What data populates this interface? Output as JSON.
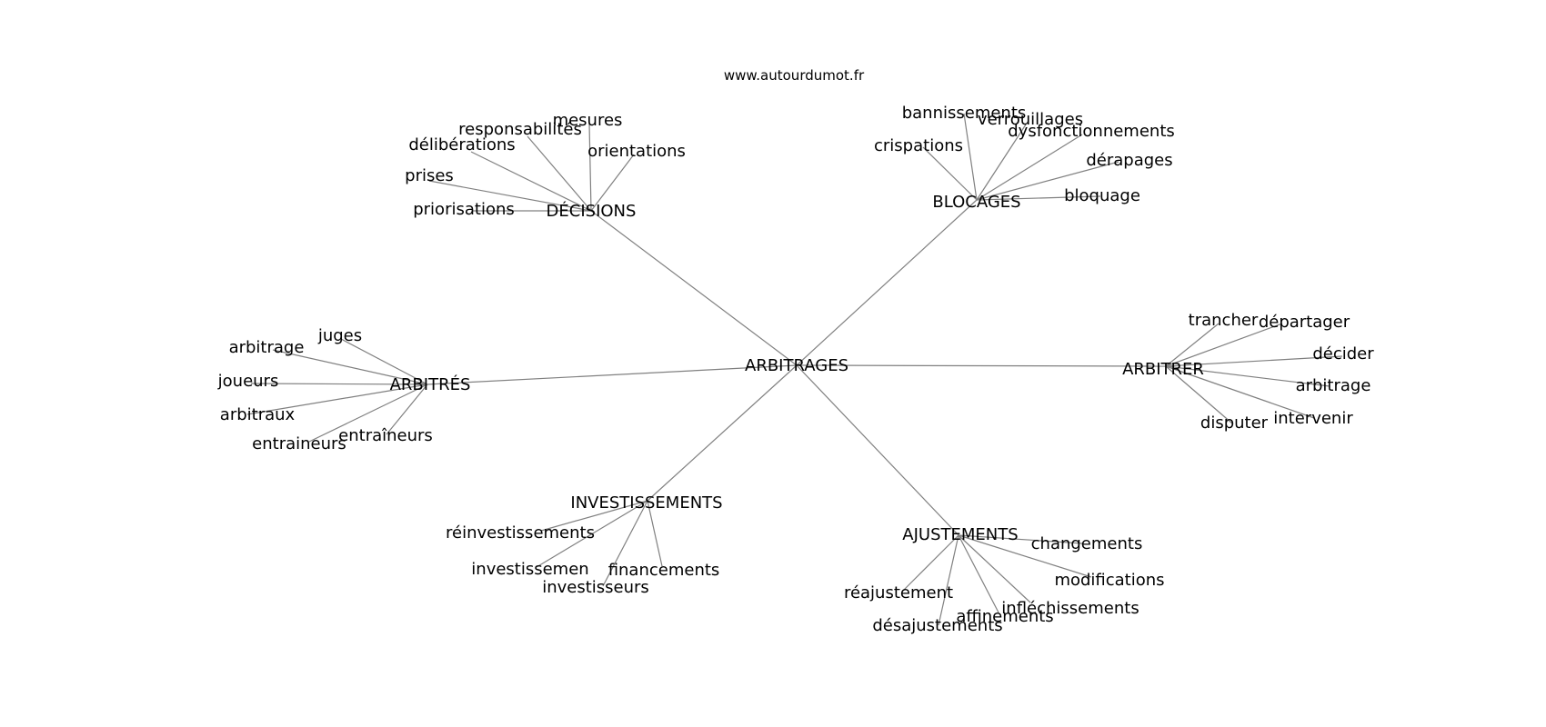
{
  "source": "www.autourdumot.fr",
  "root": "ARBITRAGES",
  "clusters": [
    {
      "hub": "DÉCISIONS",
      "words": [
        "mesures",
        "responsabilités",
        "délibérations",
        "orientations",
        "prises",
        "priorisations"
      ]
    },
    {
      "hub": "BLOCAGES",
      "words": [
        "bannissements",
        "verrouillages",
        "dysfonctionnements",
        "crispations",
        "dérapages",
        "bloquage"
      ]
    },
    {
      "hub": "ARBITRÉS",
      "words": [
        "juges",
        "arbitrage",
        "joueurs",
        "arbitraux",
        "entraîneurs",
        "entraineurs"
      ]
    },
    {
      "hub": "ARBITRER",
      "words": [
        "trancher",
        "départager",
        "décider",
        "arbitrage",
        "intervenir",
        "disputer"
      ]
    },
    {
      "hub": "INVESTISSEMENTS",
      "words": [
        "réinvestissements",
        "investissemen",
        "financements",
        "investisseurs"
      ]
    },
    {
      "hub": "AJUSTEMENTS",
      "words": [
        "changements",
        "modifications",
        "réajustement",
        "infléchissements",
        "affinements",
        "désajustements"
      ]
    }
  ]
}
